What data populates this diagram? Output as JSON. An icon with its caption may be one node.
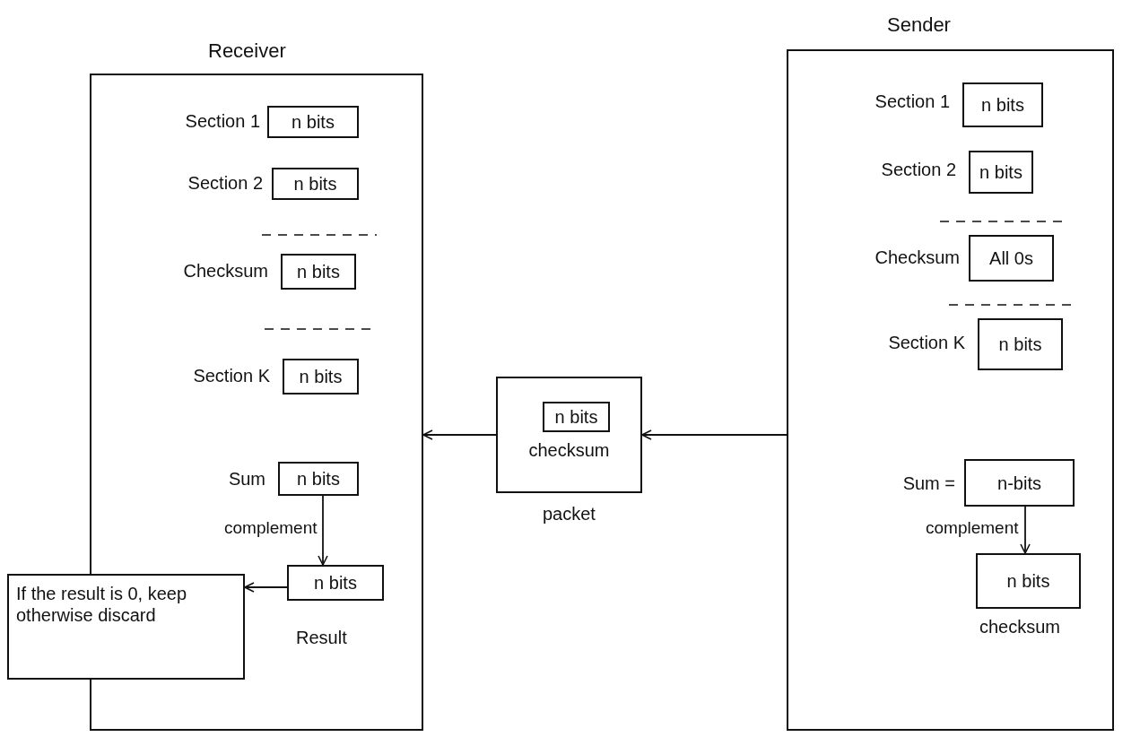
{
  "diagram": {
    "nodes": [
      {
        "text": [
          "Receiver"
        ]
      },
      {
        "text": [
          "n bits"
        ],
        "in": 0,
        "beside": [
          "Section 1"
        ]
      },
      {
        "text": [
          "n bits"
        ],
        "in": 0,
        "beside": [
          "Section 2"
        ]
      },
      {
        "text": [
          "n bits"
        ],
        "in": 0,
        "beside": [
          "Checksum"
        ]
      },
      {
        "text": [
          "n bits"
        ],
        "in": 0,
        "beside": [
          "Section K"
        ]
      },
      {
        "text": [
          "n bits"
        ],
        "in": 0,
        "beside": [
          "Sum"
        ]
      },
      {
        "text": [
          "n bits"
        ],
        "in": 0,
        "beside": [
          "Result"
        ]
      },
      {
        "text": [
          "If the result is 0, keep otherwise discard"
        ]
      },
      {
        "text": [
          "checksum"
        ],
        "beside": [
          "packet"
        ]
      },
      {
        "text": [
          "n bits"
        ],
        "in": 8
      },
      {
        "text": [
          "Sender"
        ]
      },
      {
        "text": [
          "n bits"
        ],
        "in": 10,
        "beside": [
          "Section 1"
        ]
      },
      {
        "text": [
          "n bits"
        ],
        "in": 10,
        "beside": [
          "Section 2"
        ]
      },
      {
        "text": [
          "All 0s"
        ],
        "in": 10,
        "beside": [
          "Checksum"
        ]
      },
      {
        "text": [
          "n bits"
        ],
        "in": 10,
        "beside": [
          "Section K"
        ]
      },
      {
        "text": [
          "n-bits"
        ],
        "in": 10,
        "beside": [
          "Sum ="
        ]
      },
      {
        "text": [
          "n bits"
        ],
        "in": 10,
        "beside": [
          "checksum"
        ]
      }
    ],
    "edges": [
      {
        "from": 5,
        "to": 6,
        "arrow": "to",
        "label": "complement"
      },
      {
        "from": 6,
        "to": 7,
        "arrow": "to"
      },
      {
        "from": 8,
        "to": 0,
        "arrow": "to"
      },
      {
        "from": 10,
        "to": 8,
        "arrow": "to"
      },
      {
        "from": 15,
        "to": 16,
        "arrow": "to",
        "label": "complement"
      }
    ]
  }
}
